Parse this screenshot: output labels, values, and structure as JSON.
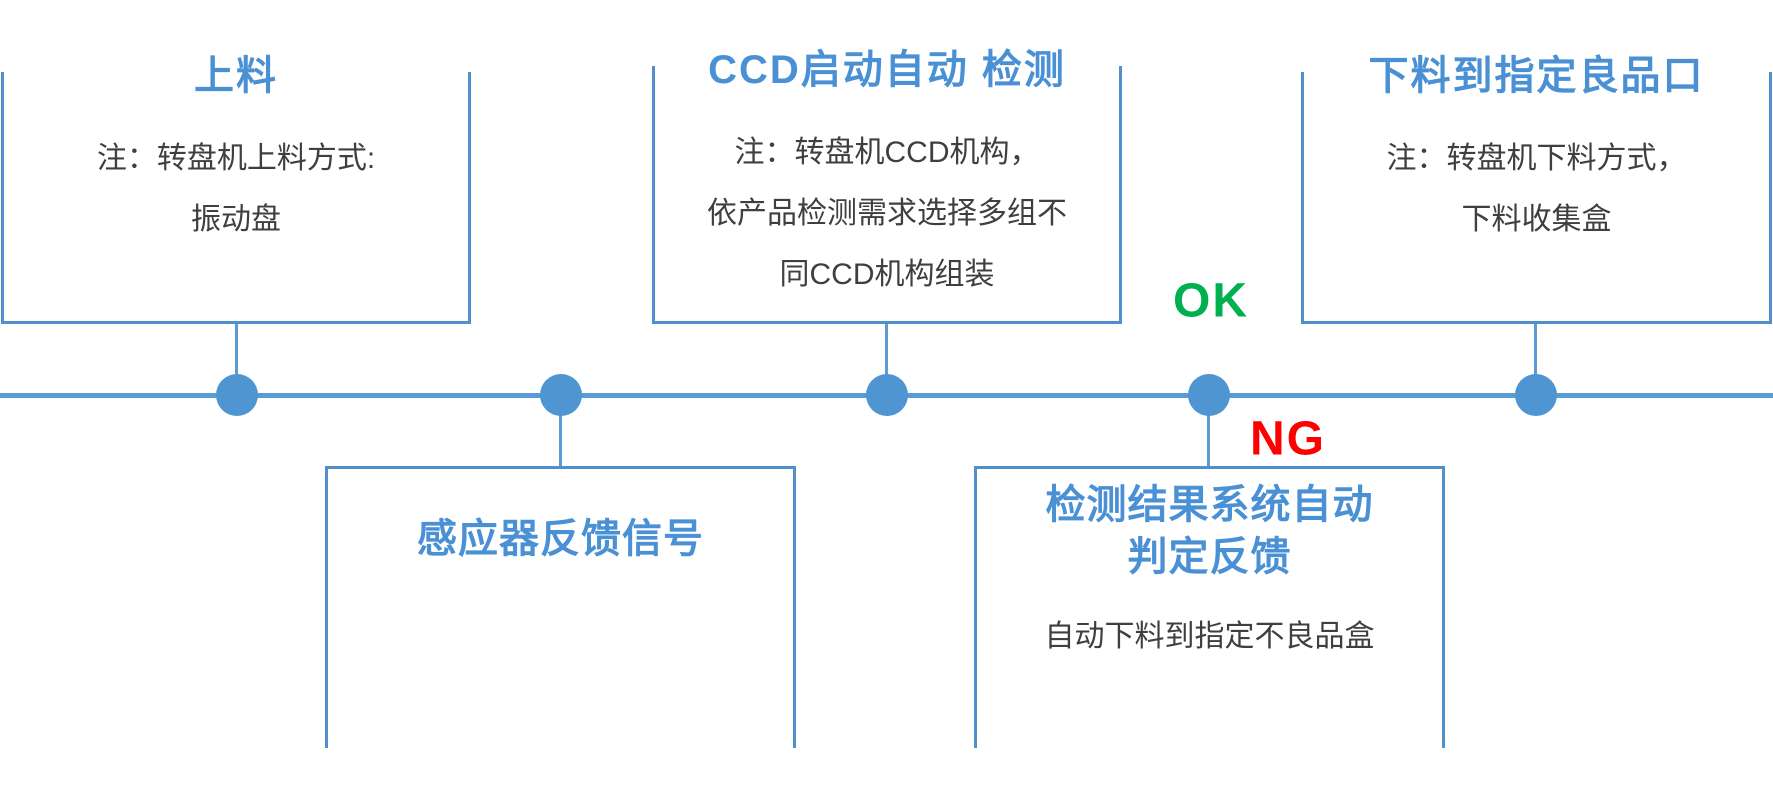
{
  "palette": {
    "accent_blue": "#5B9BD5",
    "dot_blue": "#4E95D2",
    "border_blue": "#4F8FCB",
    "title_blue": "#4A90D5",
    "note_gray": "#3F3F3F",
    "ok_green": "#00B050",
    "ng_red": "#FF0000"
  },
  "timeline": {
    "dot_count": 5
  },
  "top_boxes": [
    {
      "title": "上料",
      "notes": [
        "注：转盘机上料方式:",
        "振动盘"
      ]
    },
    {
      "title": "CCD启动自动 检测",
      "notes": [
        "注：转盘机CCD机构，",
        "依产品检测需求选择多组不",
        "同CCD机构组装"
      ]
    },
    {
      "title": "下料到指定良品口",
      "notes": [
        "注：转盘机下料方式，",
        "下料收集盒"
      ]
    }
  ],
  "bottom_boxes": [
    {
      "title_lines": [
        "感应器反馈信号"
      ],
      "notes": []
    },
    {
      "title_lines": [
        "检测结果系统自动",
        "判定反馈"
      ],
      "notes": [
        "自动下料到指定不良品盒"
      ]
    }
  ],
  "labels": {
    "ok": "OK",
    "ng": "NG"
  }
}
